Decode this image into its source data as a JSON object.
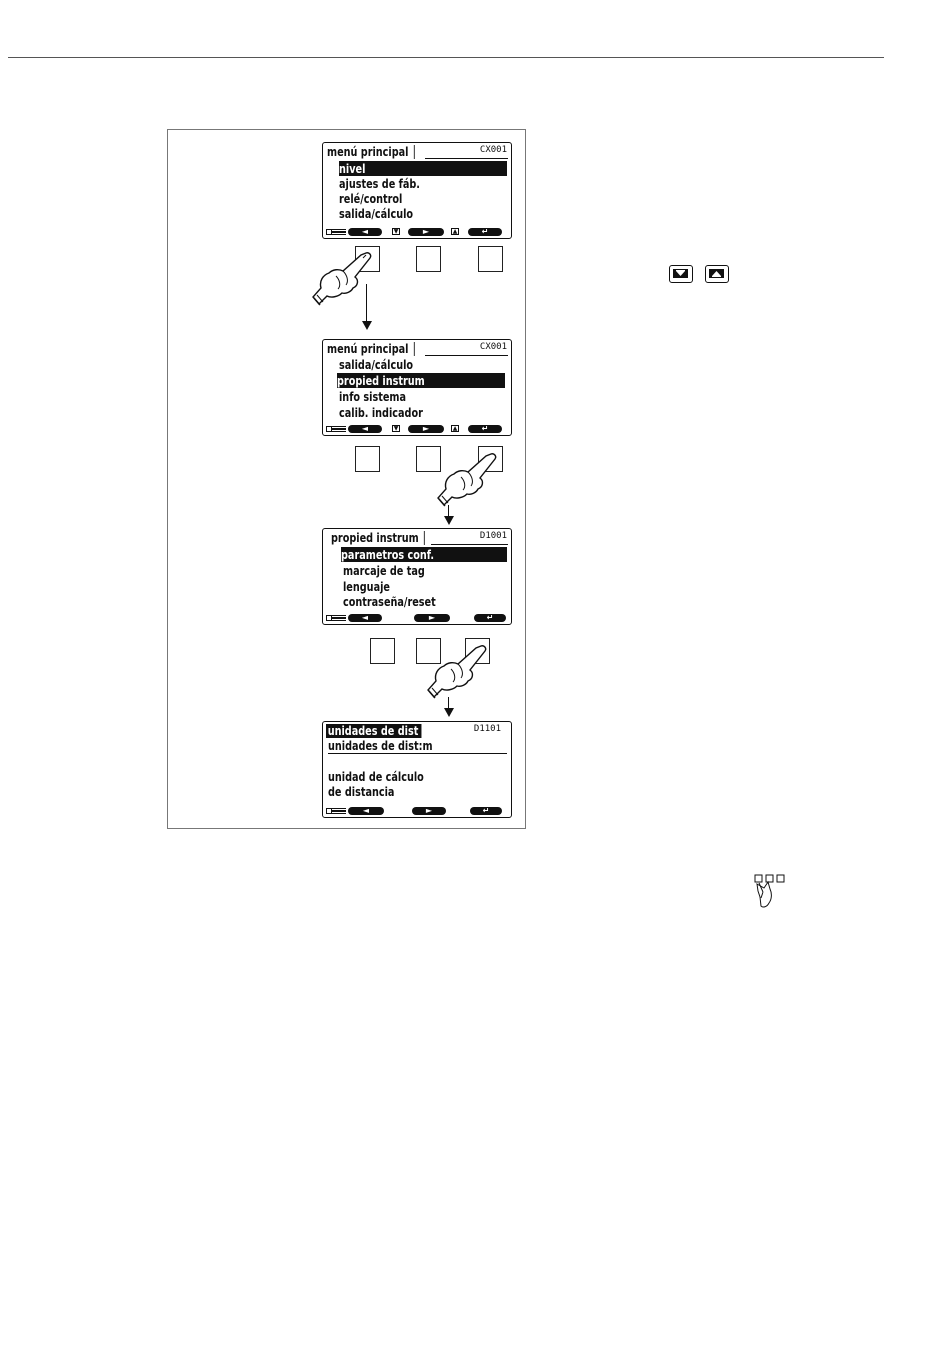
{
  "screens": [
    {
      "title": "menú principal",
      "code": "CX001",
      "items": [
        "nivel",
        "ajustes de fáb.",
        "relé/control",
        "salida/cálculo"
      ],
      "selected_index": 0
    },
    {
      "title": "menú principal",
      "code": "CX001",
      "items": [
        "salida/cálculo",
        "propied instrum",
        "info sistema",
        "calib. indicador"
      ],
      "selected_index": 1
    },
    {
      "title": "propied instrum",
      "code": "D1001",
      "items": [
        "parametros conf.",
        "marcaje de tag",
        "lenguaje",
        "contraseña/reset"
      ],
      "selected_index": 0
    },
    {
      "title": "unidades de dist",
      "code": "D1101",
      "items": [
        "unidades de dist:m",
        "",
        "unidad de cálculo",
        "de distancia"
      ]
    }
  ],
  "side_keys": {
    "down_icon": "down-arrow-key-icon",
    "up_icon": "up-arrow-key-icon"
  },
  "side_hand_icon": "hand-pressing-keys-icon"
}
